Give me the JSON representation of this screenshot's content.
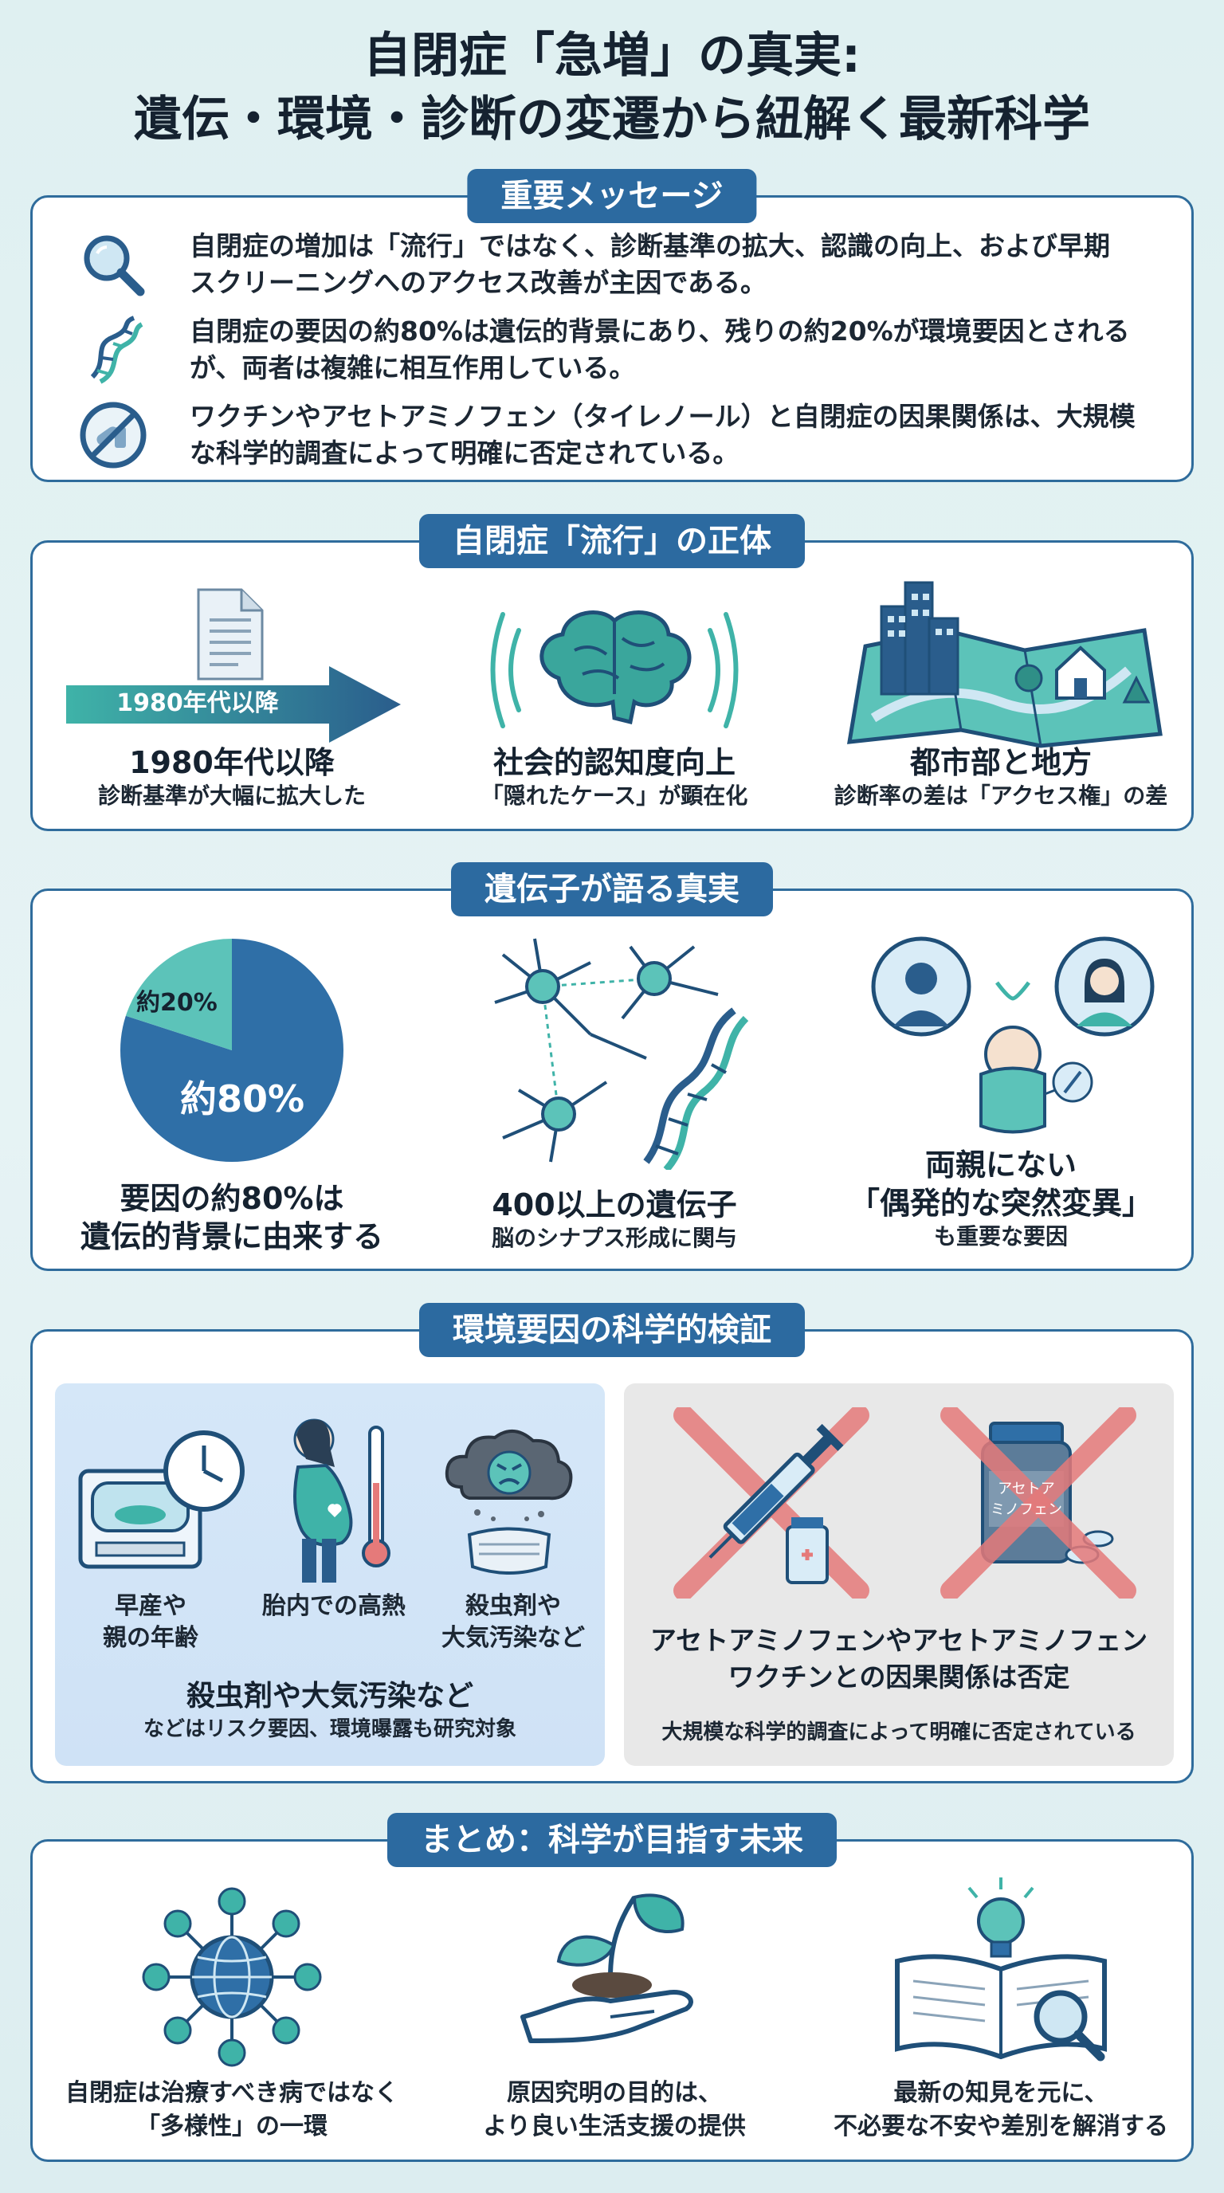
{
  "title": {
    "line1": "自閉症「急増」の真実:",
    "line2": "遺伝・環境・診断の変遷から紐解く最新科学"
  },
  "key_messages": {
    "heading": "重要メッセージ",
    "items": [
      {
        "icon": "magnifier-icon",
        "line1": "自閉症の増加は「流行」ではなく、診断基準の拡大、認識の向上、および早期",
        "line2": "スクリーニングへのアクセス改善が主因である。"
      },
      {
        "icon": "dna-icon",
        "line1": "自閉症の要因の約80%は遺伝的背景にあり、残りの約20%が環境要因とされる",
        "line2": "が、両者は複雑に相互作用している。"
      },
      {
        "icon": "no-pills-icon",
        "line1": "ワクチンやアセトアミノフェン（タイレノール）と自閉症の因果関係は、大規模",
        "line2": "な科学的調査によって明確に否定されている。"
      }
    ]
  },
  "epidemic": {
    "heading": "自閉症「流行」の正体",
    "arrow_label": "1980年代以降",
    "cols": [
      {
        "main": "1980年代以降",
        "sub": "診断基準が大幅に拡大した"
      },
      {
        "main": "社会的認知度向上",
        "sub": "「隠れたケース」が顕在化"
      },
      {
        "main": "都市部と地方",
        "sub": "診断率の差は「アクセス権」の差"
      }
    ]
  },
  "genes": {
    "heading": "遺伝子が語る真実",
    "pie_small": "約20%",
    "pie_large": "約80%",
    "cols": [
      {
        "line1": "要因の約80%は",
        "line2": "遺伝的背景に由来する"
      },
      {
        "main": "400以上の遺伝子",
        "sub": "脳のシナプス形成に関与"
      },
      {
        "line1": "両親にない",
        "line2": "「偶発的な突然変異」",
        "sub": "も重要な要因"
      }
    ]
  },
  "environment": {
    "heading": "環境要因の科学的検証",
    "left_items": [
      {
        "line1": "早産や",
        "line2": "親の年齢"
      },
      {
        "line1": "胎内での高熱",
        "line2": ""
      },
      {
        "line1": "殺虫剤や",
        "line2": "大気汚染など"
      }
    ],
    "left_main": "殺虫剤や大気汚染など",
    "left_sub": "などはリスク要因、環境曝露も研究対象",
    "bottle_label_1": "アセトア",
    "bottle_label_2": "ミノフェン",
    "right_main1": "アセトアミノフェンやアセトアミノフェン",
    "right_main2": "ワクチンとの因果関係は否定",
    "right_sub": "大規模な科学的調査によって明確に否定されている"
  },
  "summary": {
    "heading": "まとめ：科学が目指す未来",
    "cols": [
      {
        "line1": "自閉症は治療すべき病ではなく",
        "line2": "「多様性」の一環"
      },
      {
        "line1": "原因究明の目的は、",
        "line2": "より良い生活支援の提供"
      },
      {
        "line1": "最新の知見を元に、",
        "line2": "不必要な不安や差別を解消する"
      }
    ]
  },
  "colors": {
    "navy": "#2c6aa0",
    "teal": "#4bbcb2",
    "pie_blue": "#2f6fa7",
    "red_x": "#e57a7a"
  }
}
